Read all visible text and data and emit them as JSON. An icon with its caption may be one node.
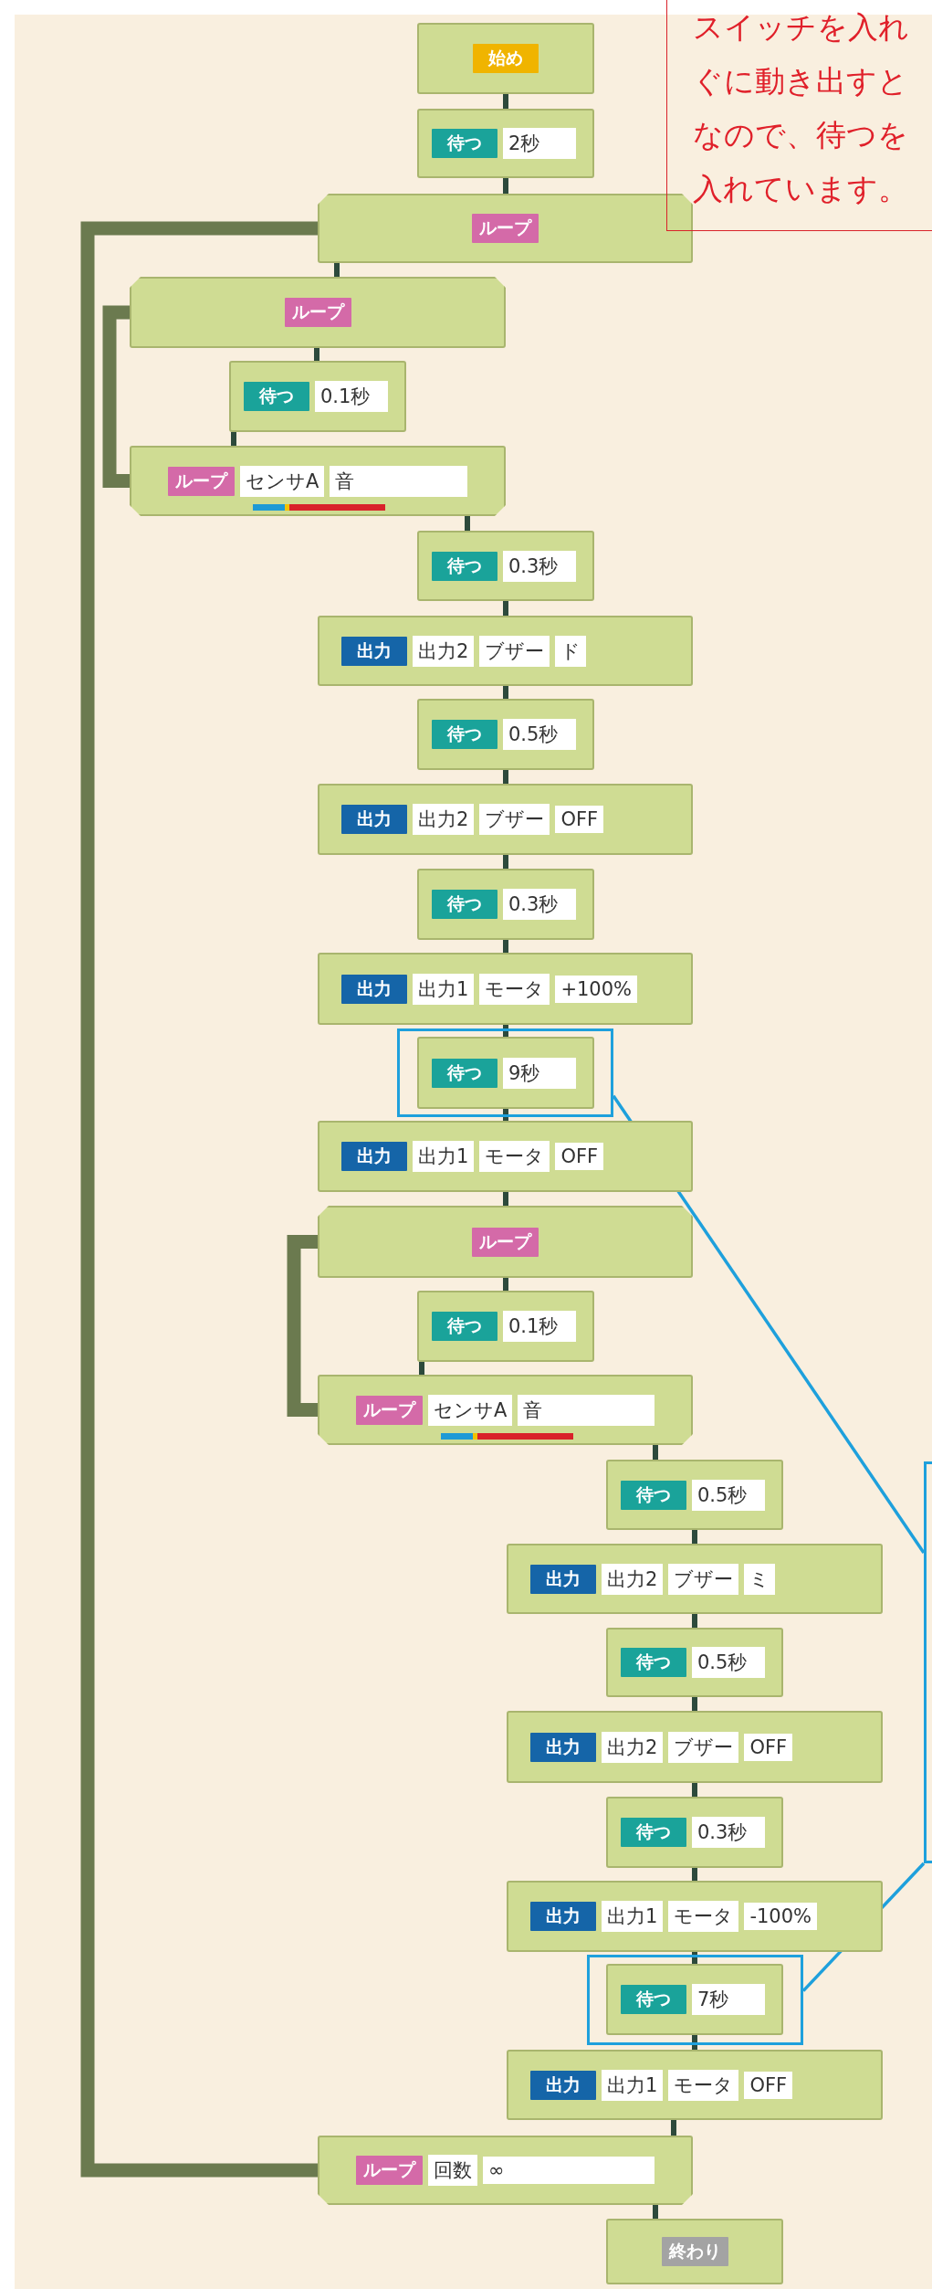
{
  "diagram": {
    "nodes": [
      {
        "text": [
          "始め"
        ]
      },
      {
        "text": [
          "待つ",
          "2秒"
        ]
      },
      {
        "text": [
          "ループ"
        ]
      },
      {
        "text": [
          "ループ"
        ]
      },
      {
        "text": [
          "待つ",
          "0.1秒"
        ]
      },
      {
        "text": [
          "ループ",
          "センサA",
          "音"
        ]
      },
      {
        "text": [
          "待つ",
          "0.3秒"
        ]
      },
      {
        "text": [
          "出力",
          "出力2",
          "ブザー",
          "ド"
        ]
      },
      {
        "text": [
          "待つ",
          "0.5秒"
        ]
      },
      {
        "text": [
          "出力",
          "出力2",
          "ブザー",
          "OFF"
        ]
      },
      {
        "text": [
          "待つ",
          "0.3秒"
        ]
      },
      {
        "text": [
          "出力",
          "出力1",
          "モータ",
          "+100%"
        ]
      },
      {
        "text": [],
        "shape": "box"
      },
      {
        "text": [
          "待つ",
          "9秒"
        ],
        "in": 12
      },
      {
        "text": [
          "出力",
          "出力1",
          "モータ",
          "OFF"
        ]
      },
      {
        "text": [
          "ループ"
        ]
      },
      {
        "text": [
          "待つ",
          "0.1秒"
        ]
      },
      {
        "text": [
          "ループ",
          "センサA",
          "音"
        ]
      },
      {
        "text": [
          "待つ",
          "0.5秒"
        ]
      },
      {
        "text": [
          "出力",
          "出力2",
          "ブザー",
          "ミ"
        ]
      },
      {
        "text": [
          "待つ",
          "0.5秒"
        ]
      },
      {
        "text": [
          "出力",
          "出力2",
          "ブザー",
          "OFF"
        ]
      },
      {
        "text": [
          "待つ",
          "0.3秒"
        ]
      },
      {
        "text": [
          "出力",
          "出力1",
          "モータ",
          "-100%"
        ]
      },
      {
        "text": [],
        "shape": "box"
      },
      {
        "text": [
          "待つ",
          "7秒"
        ],
        "in": 24
      },
      {
        "text": [
          "出力",
          "出力1",
          "モータ",
          "OFF"
        ]
      },
      {
        "text": [
          "ループ",
          "回数",
          "∞"
        ]
      },
      {
        "text": [
          "終わり"
        ]
      },
      {
        "text": [
          "スイッチを入れぐに動き出すとなので、待つを入れています。"
        ]
      },
      {
        "text": [],
        "shape": "box"
      }
    ],
    "edges": [
      {
        "from": 0,
        "to": 1,
        "arrow": "none"
      },
      {
        "from": 1,
        "to": 2,
        "arrow": "none"
      },
      {
        "from": 2,
        "to": 3,
        "arrow": "none"
      },
      {
        "from": 3,
        "to": 4,
        "arrow": "none"
      },
      {
        "from": 4,
        "to": 5,
        "arrow": "none"
      },
      {
        "from": 5,
        "to": 6,
        "arrow": "none"
      },
      {
        "from": 6,
        "to": 7,
        "arrow": "none"
      },
      {
        "from": 7,
        "to": 8,
        "arrow": "none"
      },
      {
        "from": 8,
        "to": 9,
        "arrow": "none"
      },
      {
        "from": 9,
        "to": 10,
        "arrow": "none"
      },
      {
        "from": 10,
        "to": 11,
        "arrow": "none"
      },
      {
        "from": 11,
        "to": 13,
        "arrow": "none"
      },
      {
        "from": 13,
        "to": 14,
        "arrow": "none"
      },
      {
        "from": 14,
        "to": 15,
        "arrow": "none"
      },
      {
        "from": 15,
        "to": 16,
        "arrow": "none"
      },
      {
        "from": 16,
        "to": 17,
        "arrow": "none"
      },
      {
        "from": 17,
        "to": 18,
        "arrow": "none"
      },
      {
        "from": 18,
        "to": 19,
        "arrow": "none"
      },
      {
        "from": 19,
        "to": 20,
        "arrow": "none"
      },
      {
        "from": 20,
        "to": 21,
        "arrow": "none"
      },
      {
        "from": 21,
        "to": 22,
        "arrow": "none"
      },
      {
        "from": 22,
        "to": 23,
        "arrow": "none"
      },
      {
        "from": 23,
        "to": 25,
        "arrow": "none"
      },
      {
        "from": 25,
        "to": 26,
        "arrow": "none"
      },
      {
        "from": 26,
        "to": 27,
        "arrow": "none"
      },
      {
        "from": 27,
        "to": 28,
        "arrow": "none"
      },
      {
        "from": 2,
        "to": 27,
        "arrow": "none",
        "style": "thick",
        "color": "#6b7a4f"
      },
      {
        "from": 3,
        "to": 5,
        "arrow": "none",
        "style": "thick",
        "color": "#6b7a4f"
      },
      {
        "from": 15,
        "to": 17,
        "arrow": "none",
        "style": "thick",
        "color": "#6b7a4f"
      },
      {
        "from": 12,
        "to": 30,
        "arrow": "none",
        "color": "#1ea0dc"
      },
      {
        "from": 24,
        "to": 30,
        "arrow": "none",
        "color": "#1ea0dc"
      }
    ]
  }
}
